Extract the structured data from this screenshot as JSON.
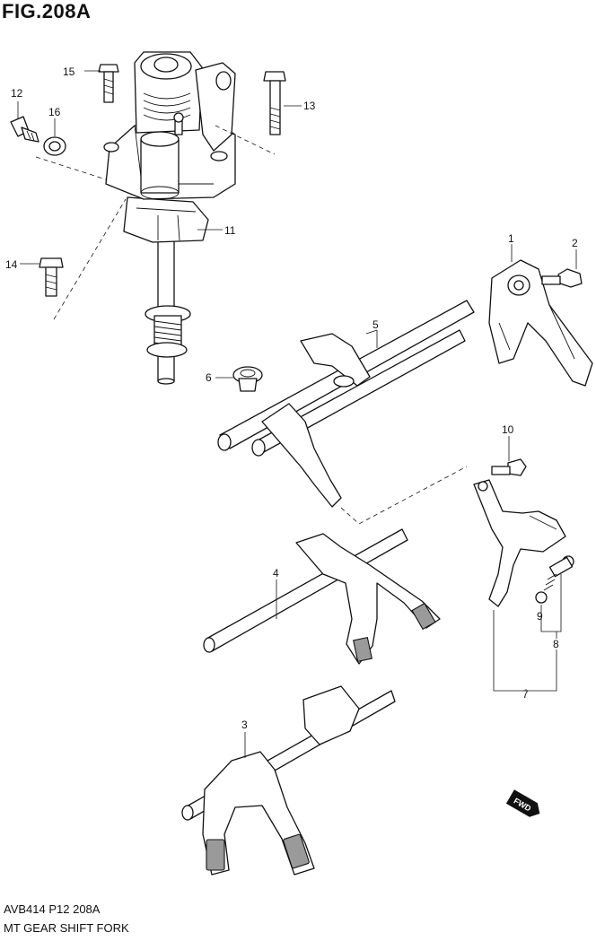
{
  "header": {
    "title": "FIG.208A"
  },
  "footer": {
    "code": "AVB414 P12 208A",
    "description": "MT GEAR SHIFT FORK"
  },
  "callouts": {
    "c1": "1",
    "c2": "2",
    "c3": "3",
    "c4": "4",
    "c5": "5",
    "c6": "6",
    "c7": "7",
    "c8": "8",
    "c9": "9",
    "c10": "10",
    "c11": "11",
    "c12": "12",
    "c13": "13",
    "c14": "14",
    "c15": "15",
    "c16": "16"
  },
  "fwd_badge": {
    "label": "FWD"
  }
}
